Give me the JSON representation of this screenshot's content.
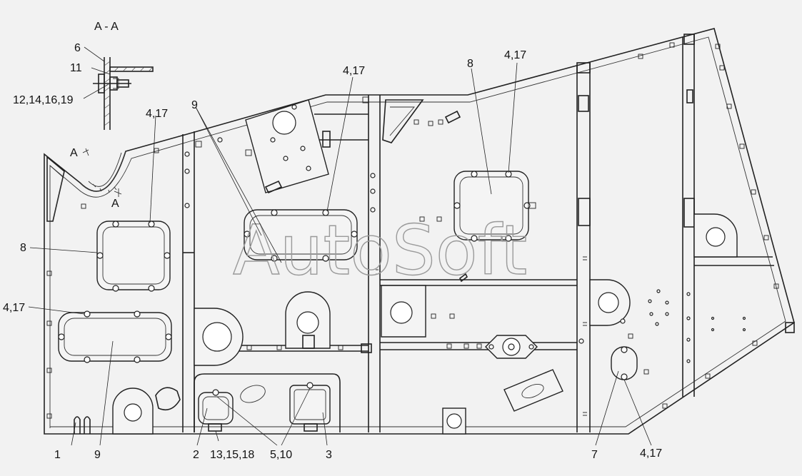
{
  "section_title": "A - A",
  "section_markers": [
    "A",
    "A"
  ],
  "watermark": "AutoSoft",
  "callouts": {
    "c6": "6",
    "c11": "11",
    "c12": "12,14,16,19",
    "c417_a": "4,17",
    "c9_a": "9",
    "c417_b": "4,17",
    "c8_a": "8",
    "c417_c": "4,17",
    "c8_b": "8",
    "c417_d": "4,17",
    "c1": "1",
    "c9_b": "9",
    "c2": "2",
    "c13": "13,15,18",
    "c510": "5,10",
    "c3": "3",
    "c7": "7",
    "c417_e": "4,17"
  }
}
